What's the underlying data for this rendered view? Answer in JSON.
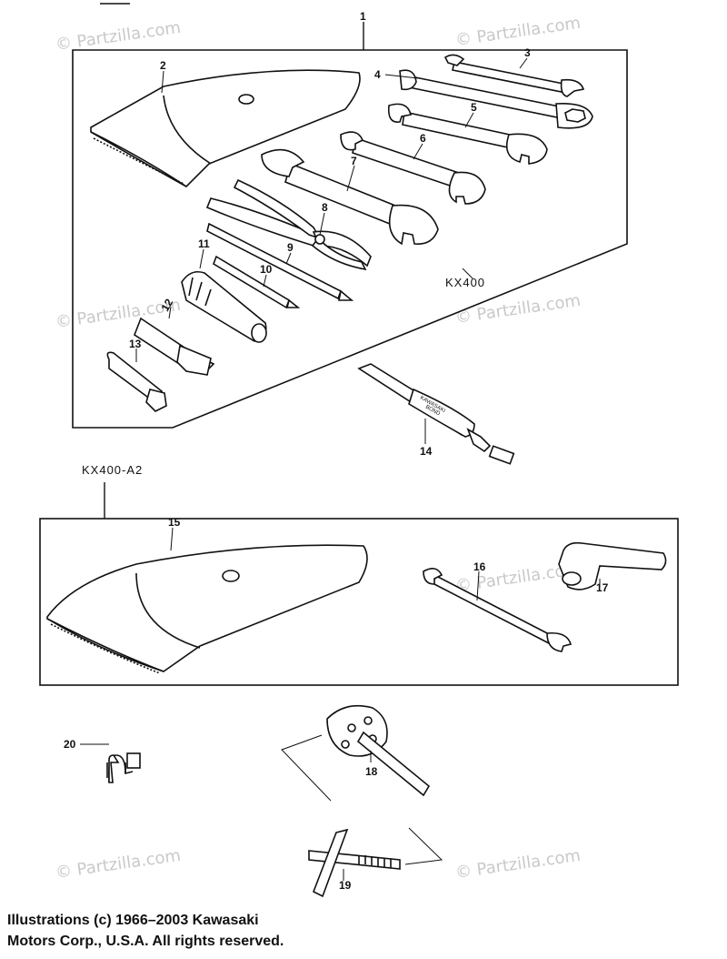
{
  "watermark": "© Partzilla.com",
  "variants": {
    "upper": "KX400",
    "lower": "KX400-A2"
  },
  "parts": [
    "1",
    "2",
    "3",
    "4",
    "5",
    "6",
    "7",
    "8",
    "9",
    "10",
    "11",
    "12",
    "13",
    "14",
    "15",
    "16",
    "17",
    "18",
    "19",
    "20"
  ],
  "tube_print": {
    "line1": "KAWASAKI",
    "line2": "BOND"
  },
  "copyright": {
    "line1": "Illustrations (c) 1966–2003 Kawasaki",
    "line2": "Motors Corp., U.S.A.  All rights reserved."
  }
}
